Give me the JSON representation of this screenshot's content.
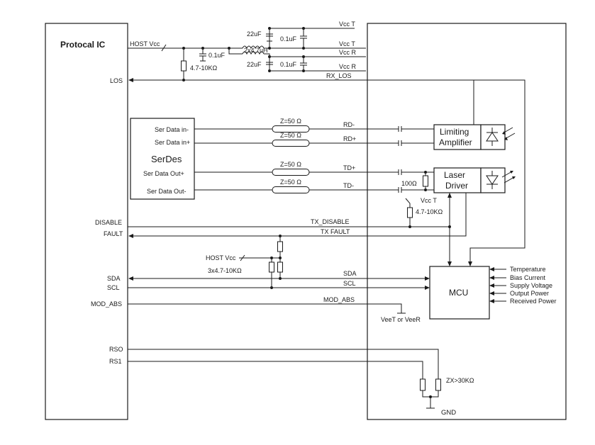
{
  "protocol_ic": {
    "title": "Protocal IC",
    "pins": {
      "host_vcc": "HOST Vcc",
      "los": "LOS",
      "disable": "DISABLE",
      "fault": "FAULT",
      "sda": "SDA",
      "scl": "SCL",
      "mod_abs": "MOD_ABS",
      "rso": "RSO",
      "rs1": "RS1"
    }
  },
  "power_filter": {
    "cap_22uf_top": "22uF",
    "cap_01uf_top": "0.1uF",
    "cap_01uf_left": "0.1uF",
    "inductor": "2x4.7uH",
    "cap_22uf_bottom": "22uF",
    "cap_01uf_bottom": "0.1uF",
    "pullup": "4.7-10KΩ",
    "rails": [
      "Vcc T",
      "Vcc T",
      "Vcc R",
      "Vcc R"
    ],
    "rx_los": "RX_LOS"
  },
  "serdes": {
    "title": "SerDes",
    "pins": [
      "Ser Data in-",
      "Ser Data in+",
      "Ser Data Out+",
      "Ser Data Out-"
    ]
  },
  "lines": {
    "impedance": [
      "Z=50 Ω",
      "Z=50 Ω",
      "Z=50 Ω",
      "Z=50 Ω"
    ],
    "signals": [
      "RD-",
      "RD+",
      "TD+",
      "TD-"
    ],
    "termination": "100Ω"
  },
  "limiting_amplifier": {
    "line1": "Limiting",
    "line2": "Amplifier"
  },
  "laser_driver": {
    "line1": "Laser",
    "line2": "Driver"
  },
  "fault_pullup": {
    "vcc": "Vcc T",
    "resistor": "4.7-10KΩ"
  },
  "control": {
    "tx_disable": "TX_DISABLE",
    "tx_fault": "TX FAULT",
    "host_vcc": "HOST Vcc",
    "pullups": "3x4.7-10KΩ",
    "sda": "SDA",
    "scl": "SCL",
    "mod_abs": "MOD_ABS",
    "ground_ref": "VeeT or VeeR"
  },
  "mcu": {
    "label": "MCU",
    "monitors": [
      "Temperature",
      "Bias Current",
      "Supply Voltage",
      "Output Power",
      "Received Power"
    ]
  },
  "rate_select": {
    "impedance": "ZX>30KΩ",
    "gnd": "GND"
  }
}
